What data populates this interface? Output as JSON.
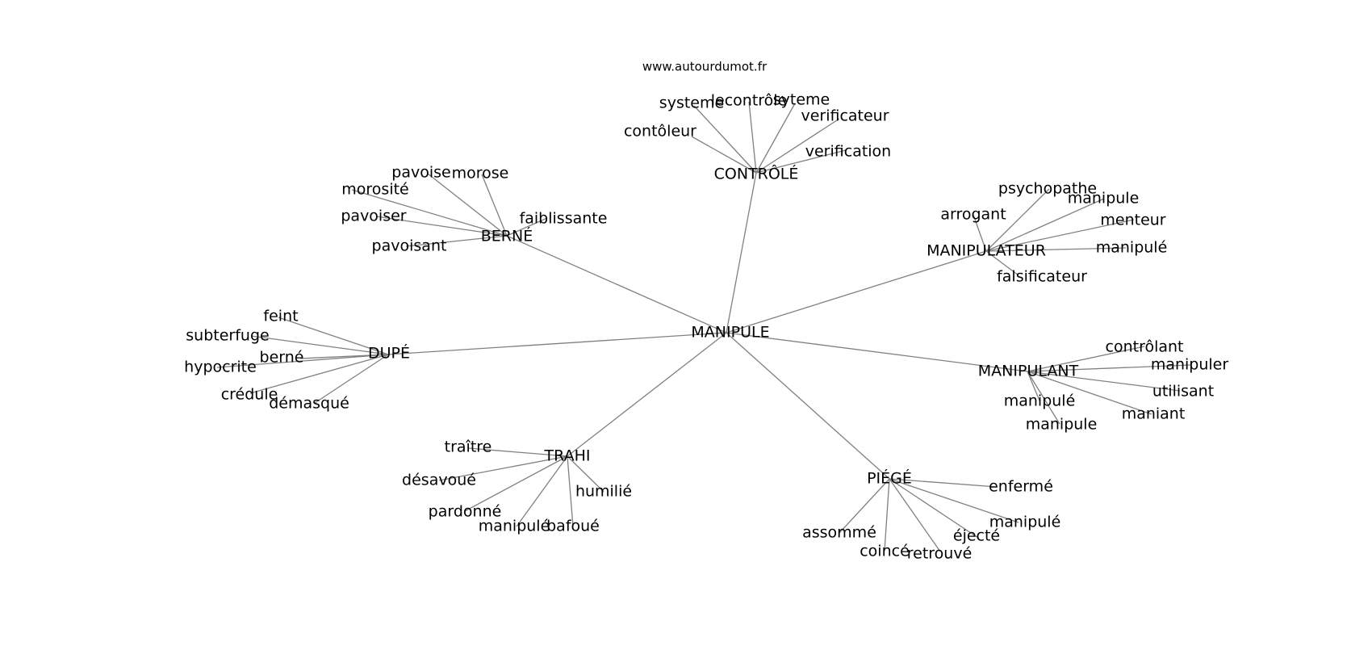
{
  "source_label": "www.autourdumot.fr",
  "graph": {
    "center": "MANIPULE",
    "clusters": [
      {
        "hub": "CONTRÔLÉ",
        "leaves": [
          "systeme",
          "lecontrôle",
          "syteme",
          "verificateur",
          "contôleur",
          "verification"
        ]
      },
      {
        "hub": "BERNÉ",
        "leaves": [
          "pavoise",
          "morose",
          "morosité",
          "faiblissante",
          "pavoiser",
          "pavoisant"
        ]
      },
      {
        "hub": "MANIPULATEUR",
        "leaves": [
          "psychopathe",
          "manipule",
          "arrogant",
          "menteur",
          "manipulé",
          "falsificateur"
        ]
      },
      {
        "hub": "DUPÉ",
        "leaves": [
          "feint",
          "subterfuge",
          "berné",
          "hypocrite",
          "crédule",
          "démasqué"
        ]
      },
      {
        "hub": "MANIPULANT",
        "leaves": [
          "contrôlant",
          "manipuler",
          "utilisant",
          "manipulé",
          "maniant",
          "manipule"
        ]
      },
      {
        "hub": "TRAHI",
        "leaves": [
          "traître",
          "désavoué",
          "humilié",
          "pardonné",
          "manipulé",
          "bafoué"
        ]
      },
      {
        "hub": "PIÉGÉ",
        "leaves": [
          "enfermé",
          "manipulé",
          "assommé",
          "éjecté",
          "coincé",
          "retrouvé"
        ]
      }
    ]
  }
}
